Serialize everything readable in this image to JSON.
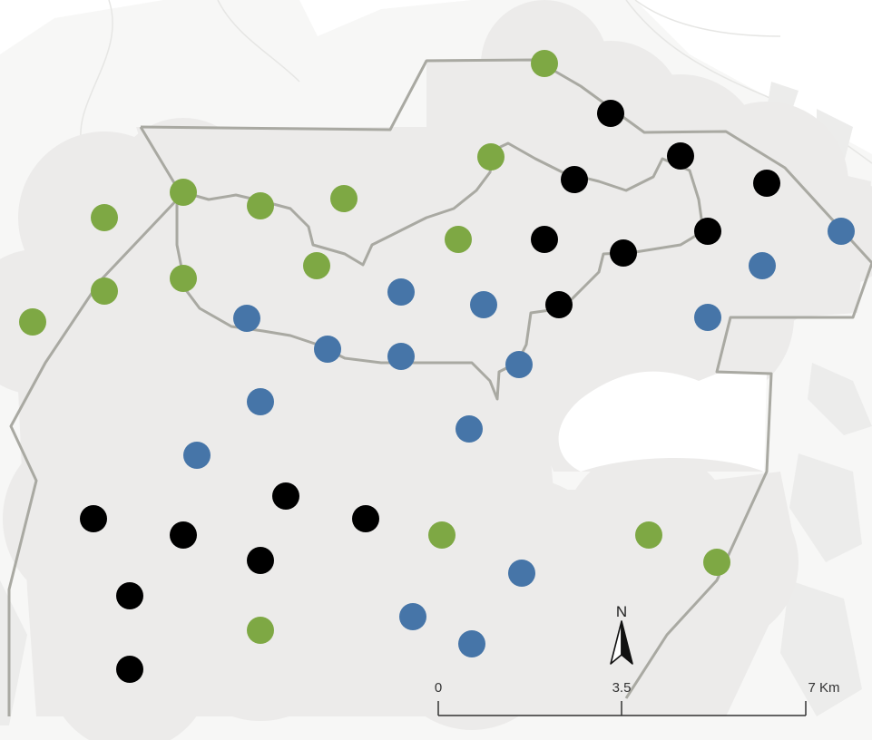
{
  "colors": {
    "background": "#ffffff",
    "coverage": "#ecebea",
    "terrain_light": "#f3f3f3",
    "boundary": "#a9a9a2",
    "green": "#7ea844",
    "black": "#000000",
    "blue": "#4675a8"
  },
  "north_arrow": {
    "label": "N",
    "icon": "north-arrow-icon"
  },
  "scale_bar": {
    "ticks": [
      {
        "label": "0"
      },
      {
        "label": "3.5"
      },
      {
        "label": "7 Km"
      }
    ]
  },
  "point_categories": [
    "green",
    "black",
    "blue"
  ]
}
